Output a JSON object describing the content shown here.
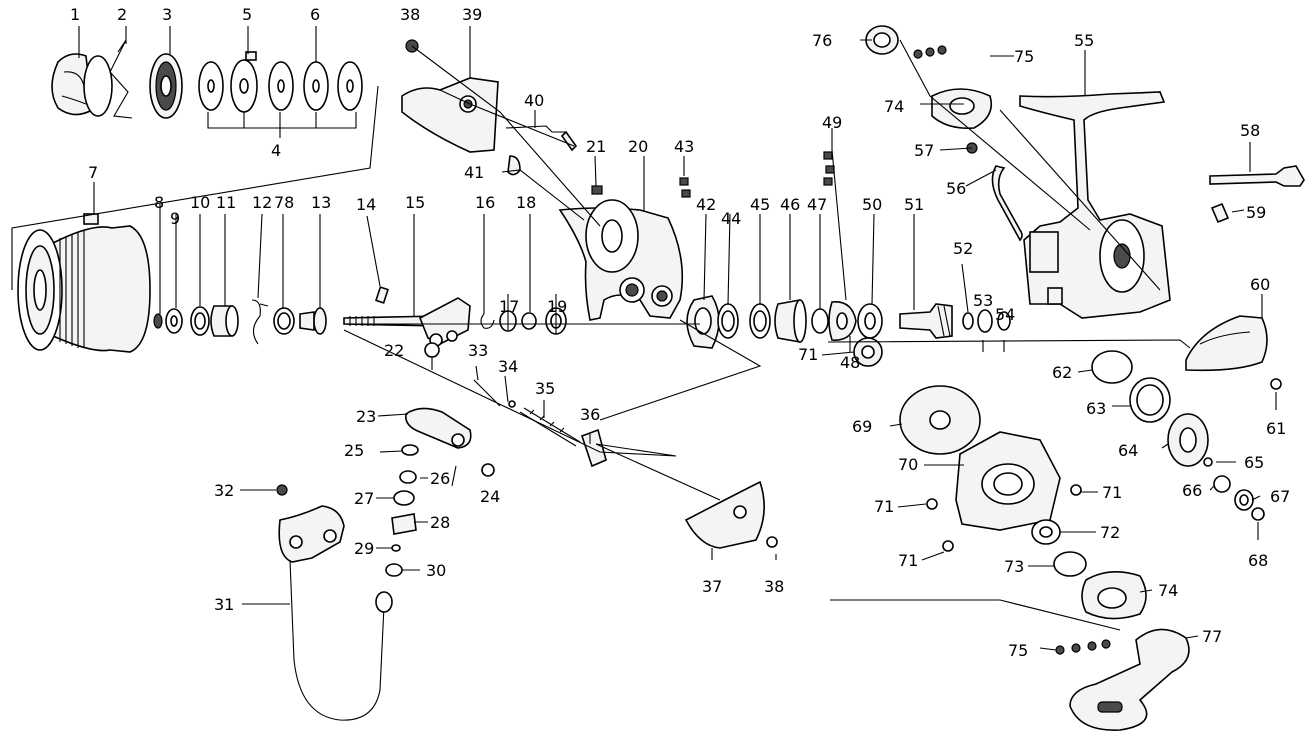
{
  "callouts": [
    {
      "id": "c1",
      "text": "1"
    },
    {
      "id": "c2",
      "text": "2"
    },
    {
      "id": "c3",
      "text": "3"
    },
    {
      "id": "c4",
      "text": "4"
    },
    {
      "id": "c5",
      "text": "5"
    },
    {
      "id": "c6",
      "text": "6"
    },
    {
      "id": "c7",
      "text": "7"
    },
    {
      "id": "c8",
      "text": "8"
    },
    {
      "id": "c9",
      "text": "9"
    },
    {
      "id": "c10",
      "text": "10"
    },
    {
      "id": "c11",
      "text": "11"
    },
    {
      "id": "c12",
      "text": "12"
    },
    {
      "id": "c78",
      "text": "78"
    },
    {
      "id": "c13",
      "text": "13"
    },
    {
      "id": "c14",
      "text": "14"
    },
    {
      "id": "c15",
      "text": "15"
    },
    {
      "id": "c16",
      "text": "16"
    },
    {
      "id": "c17",
      "text": "17"
    },
    {
      "id": "c18",
      "text": "18"
    },
    {
      "id": "c19",
      "text": "19"
    },
    {
      "id": "c20",
      "text": "20"
    },
    {
      "id": "c21",
      "text": "21"
    },
    {
      "id": "c22",
      "text": "22"
    },
    {
      "id": "c23",
      "text": "23"
    },
    {
      "id": "c24",
      "text": "24"
    },
    {
      "id": "c25",
      "text": "25"
    },
    {
      "id": "c26",
      "text": "26"
    },
    {
      "id": "c27",
      "text": "27"
    },
    {
      "id": "c28",
      "text": "28"
    },
    {
      "id": "c29",
      "text": "29"
    },
    {
      "id": "c30",
      "text": "30"
    },
    {
      "id": "c31",
      "text": "31"
    },
    {
      "id": "c32",
      "text": "32"
    },
    {
      "id": "c33",
      "text": "33"
    },
    {
      "id": "c34",
      "text": "34"
    },
    {
      "id": "c35",
      "text": "35"
    },
    {
      "id": "c36",
      "text": "36"
    },
    {
      "id": "c37",
      "text": "37"
    },
    {
      "id": "c38a",
      "text": "38"
    },
    {
      "id": "c38b",
      "text": "38"
    },
    {
      "id": "c39",
      "text": "39"
    },
    {
      "id": "c40",
      "text": "40"
    },
    {
      "id": "c41",
      "text": "41"
    },
    {
      "id": "c42",
      "text": "42"
    },
    {
      "id": "c43",
      "text": "43"
    },
    {
      "id": "c44",
      "text": "44"
    },
    {
      "id": "c45",
      "text": "45"
    },
    {
      "id": "c46",
      "text": "46"
    },
    {
      "id": "c47",
      "text": "47"
    },
    {
      "id": "c48",
      "text": "48"
    },
    {
      "id": "c49",
      "text": "49"
    },
    {
      "id": "c50",
      "text": "50"
    },
    {
      "id": "c51",
      "text": "51"
    },
    {
      "id": "c52",
      "text": "52"
    },
    {
      "id": "c53",
      "text": "53"
    },
    {
      "id": "c54",
      "text": "54"
    },
    {
      "id": "c55",
      "text": "55"
    },
    {
      "id": "c56",
      "text": "56"
    },
    {
      "id": "c57",
      "text": "57"
    },
    {
      "id": "c58",
      "text": "58"
    },
    {
      "id": "c59",
      "text": "59"
    },
    {
      "id": "c60",
      "text": "60"
    },
    {
      "id": "c61",
      "text": "61"
    },
    {
      "id": "c62",
      "text": "62"
    },
    {
      "id": "c63",
      "text": "63"
    },
    {
      "id": "c64",
      "text": "64"
    },
    {
      "id": "c65",
      "text": "65"
    },
    {
      "id": "c66",
      "text": "66"
    },
    {
      "id": "c67",
      "text": "67"
    },
    {
      "id": "c68",
      "text": "68"
    },
    {
      "id": "c69",
      "text": "69"
    },
    {
      "id": "c70",
      "text": "70"
    },
    {
      "id": "c71a",
      "text": "71"
    },
    {
      "id": "c71b",
      "text": "71"
    },
    {
      "id": "c71c",
      "text": "71"
    },
    {
      "id": "c71d",
      "text": "71"
    },
    {
      "id": "c72",
      "text": "72"
    },
    {
      "id": "c73",
      "text": "73"
    },
    {
      "id": "c74a",
      "text": "74"
    },
    {
      "id": "c74b",
      "text": "74"
    },
    {
      "id": "c75a",
      "text": "75"
    },
    {
      "id": "c75b",
      "text": "75"
    },
    {
      "id": "c76",
      "text": "76"
    },
    {
      "id": "c77",
      "text": "77"
    }
  ]
}
